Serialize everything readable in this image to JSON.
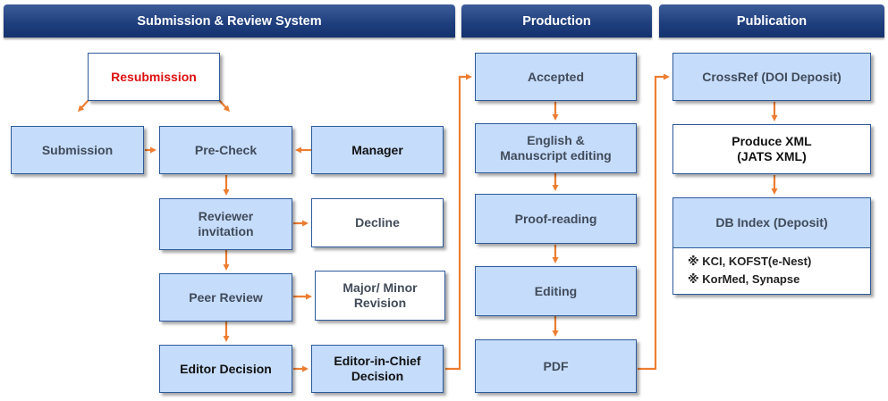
{
  "headers": {
    "review": "Submission & Review System",
    "production": "Production",
    "publication": "Publication"
  },
  "review": {
    "resubmission": "Resubmission",
    "submission": "Submission",
    "precheck": "Pre-Check",
    "manager": "Manager",
    "reviewer_invitation": "Reviewer\ninvitation",
    "decline": "Decline",
    "peer_review": "Peer Review",
    "major_minor": "Major/ Minor\nRevision",
    "editor_decision": "Editor Decision",
    "eic_decision": "Editor-in-Chief\nDecision"
  },
  "production": {
    "accepted": "Accepted",
    "english_editing": "English &\nManuscript editing",
    "proofreading": "Proof-reading",
    "editing": "Editing",
    "pdf": "PDF"
  },
  "publication": {
    "crossref": "CrossRef (DOI Deposit)",
    "produce_xml": "Produce XML\n(JATS XML)",
    "db_index": "DB Index (Deposit)",
    "notes": [
      "※ KCI, KOFST(e-Nest)",
      "※ KorMed, Synapse"
    ]
  },
  "colors": {
    "header": "#1f3f7e",
    "box_fill": "#c5dcfb",
    "box_border": "#2d5a9b",
    "arrow": "#ed7d31",
    "resubmission_text": "#dd1111"
  }
}
